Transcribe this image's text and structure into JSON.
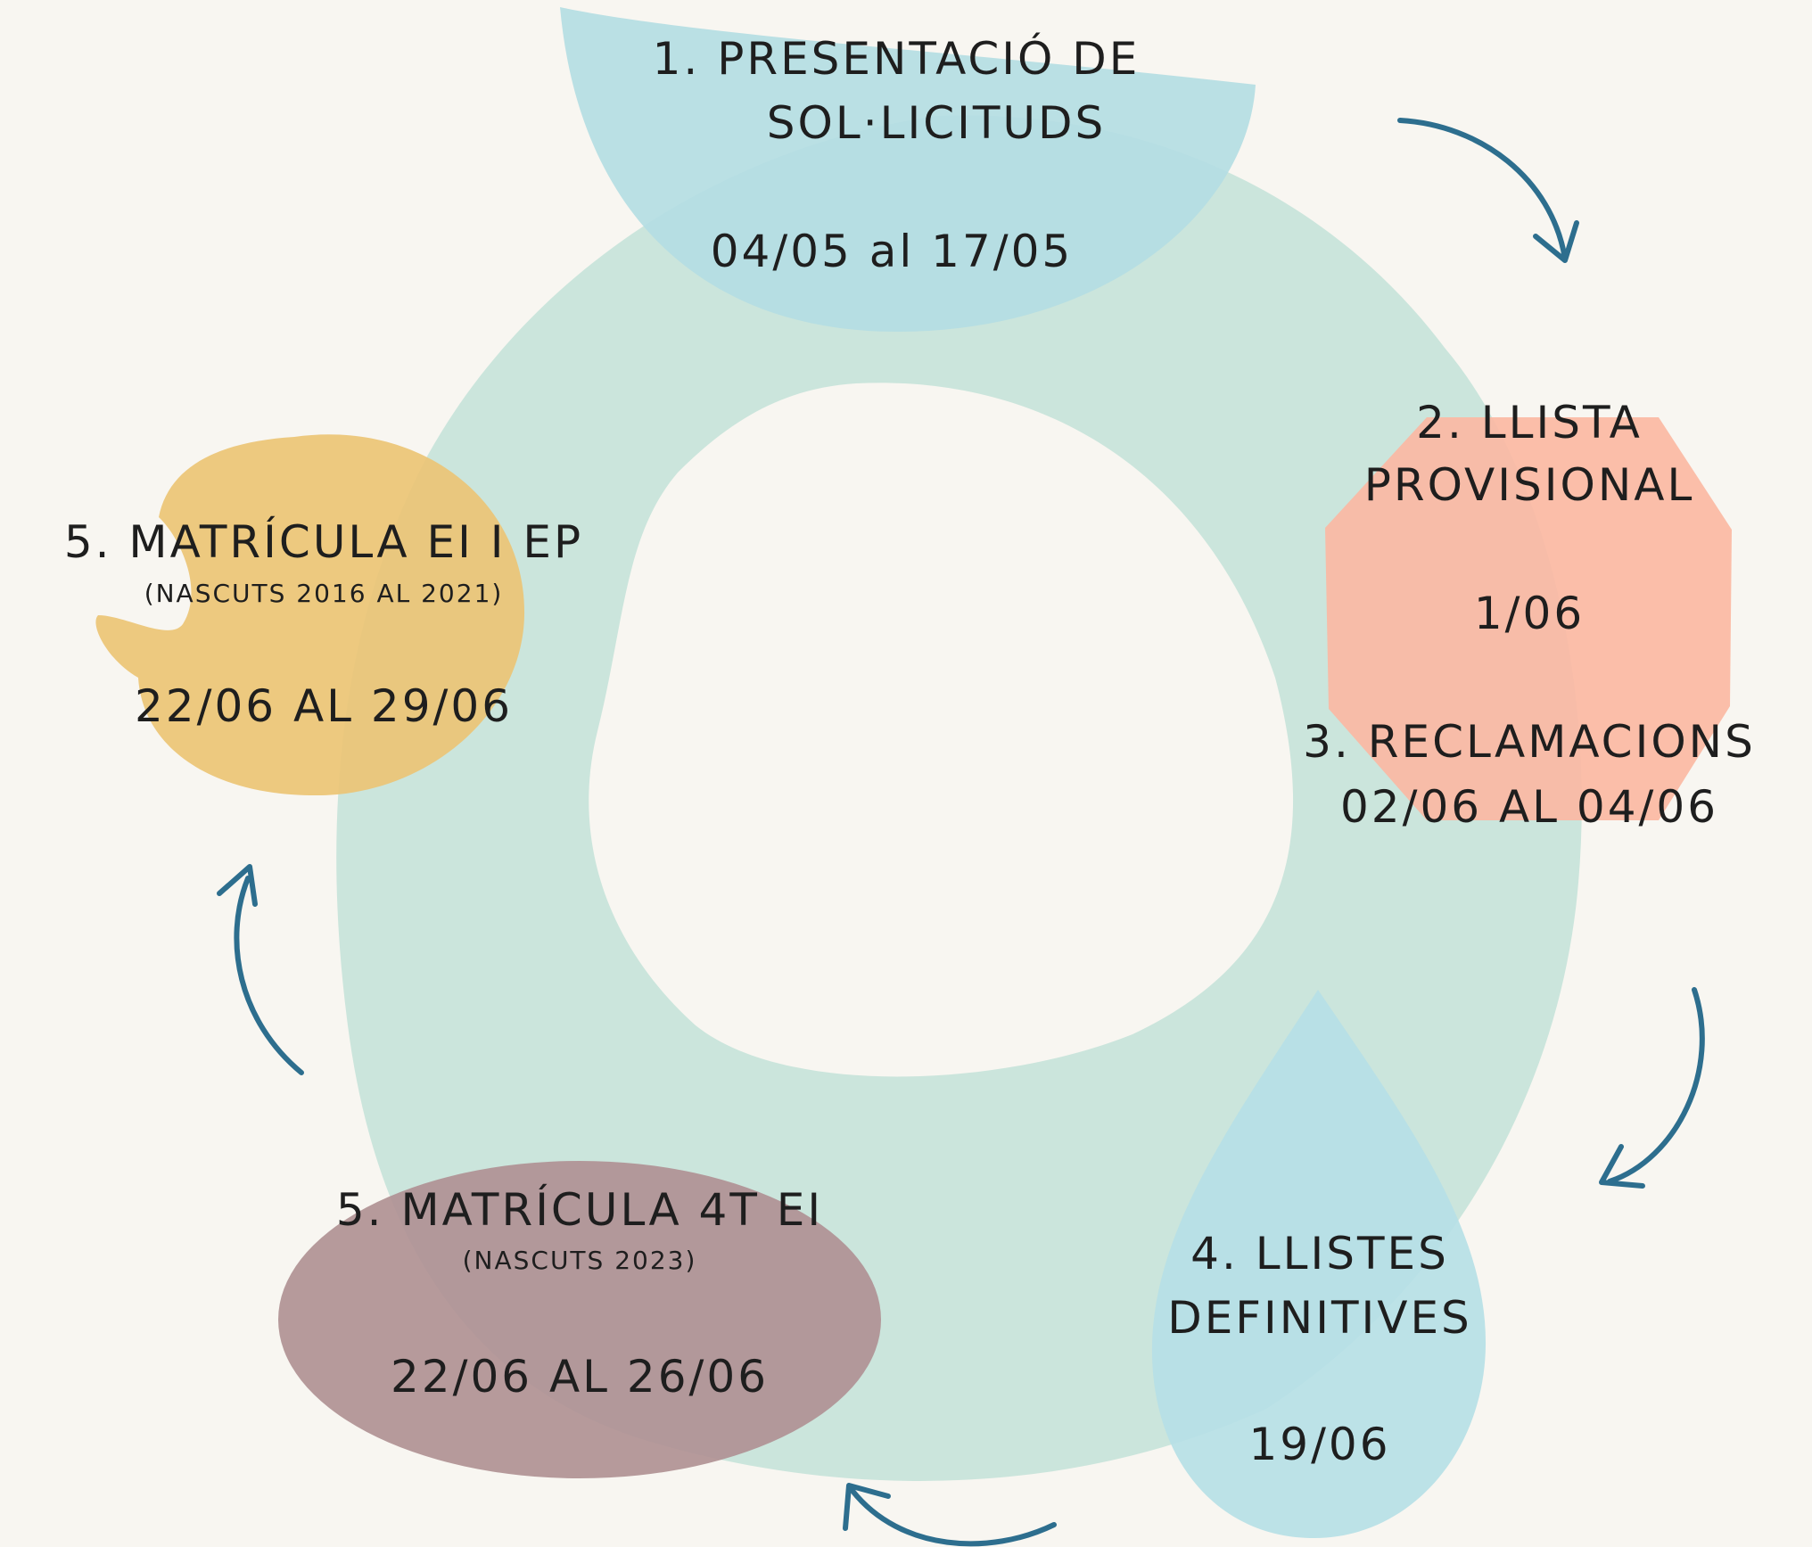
{
  "colors": {
    "background": "#f8f6f1",
    "ring": "#c3e2d8",
    "step1_blob": "#b4dde3",
    "step2_blob": "#fbb9a3",
    "step4_blob": "#b6dfe6",
    "step5_4t_blob": "#b09194",
    "step5_ep_blob": "#ecc475",
    "arrows": "#2d6e8e",
    "text": "#1e1e1e"
  },
  "steps": {
    "step1": {
      "title_line1": "1. PRESENTACIÓ DE",
      "title_line2": "SOL·LICITUDS",
      "date": "04/05 al 17/05"
    },
    "step2": {
      "title_line1": "2. LLISTA",
      "title_line2": "PROVISIONAL",
      "date": "1/06"
    },
    "step3": {
      "title": "3. RECLAMACIONS",
      "date": "02/06 AL 04/06"
    },
    "step4": {
      "title_line1": "4. LLISTES",
      "title_line2": "DEFINITIVES",
      "date": "19/06"
    },
    "step5_4t": {
      "title": "5. MATRÍCULA 4T EI",
      "note": "(NASCUTS 2023)",
      "date": "22/06 AL 26/06"
    },
    "step5_ep": {
      "title": "5. MATRÍCULA EI I EP",
      "note": "(NASCUTS 2016 AL 2021)",
      "date": "22/06 AL 29/06"
    }
  },
  "icons": {
    "flow_arrow": "curved-arrow-icon"
  }
}
